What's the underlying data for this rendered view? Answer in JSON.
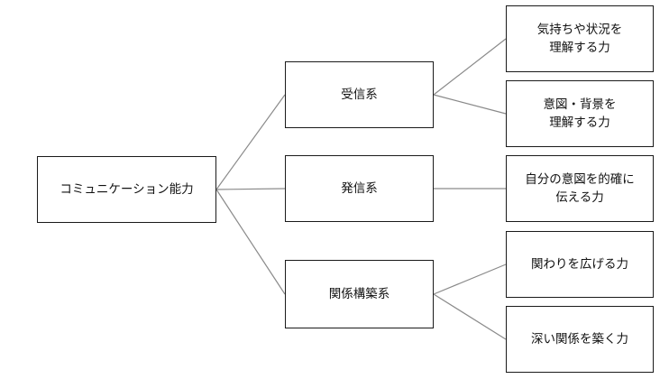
{
  "diagram": {
    "root": {
      "label": "コミュニケーション能力"
    },
    "categories": [
      {
        "label": "受信系",
        "children": [
          {
            "label": "気持ちや状況を\n理解する力"
          },
          {
            "label": "意図・背景を\n理解する力"
          }
        ]
      },
      {
        "label": "発信系",
        "children": [
          {
            "label": "自分の意図を的確に\n伝える力"
          }
        ]
      },
      {
        "label": "関係構築系",
        "children": [
          {
            "label": "関わりを広げる力"
          },
          {
            "label": "深い関係を築く力"
          }
        ]
      }
    ]
  },
  "colors": {
    "box_border": "#1a1a1a",
    "connector": "#8a8a8a",
    "background": "#ffffff"
  }
}
